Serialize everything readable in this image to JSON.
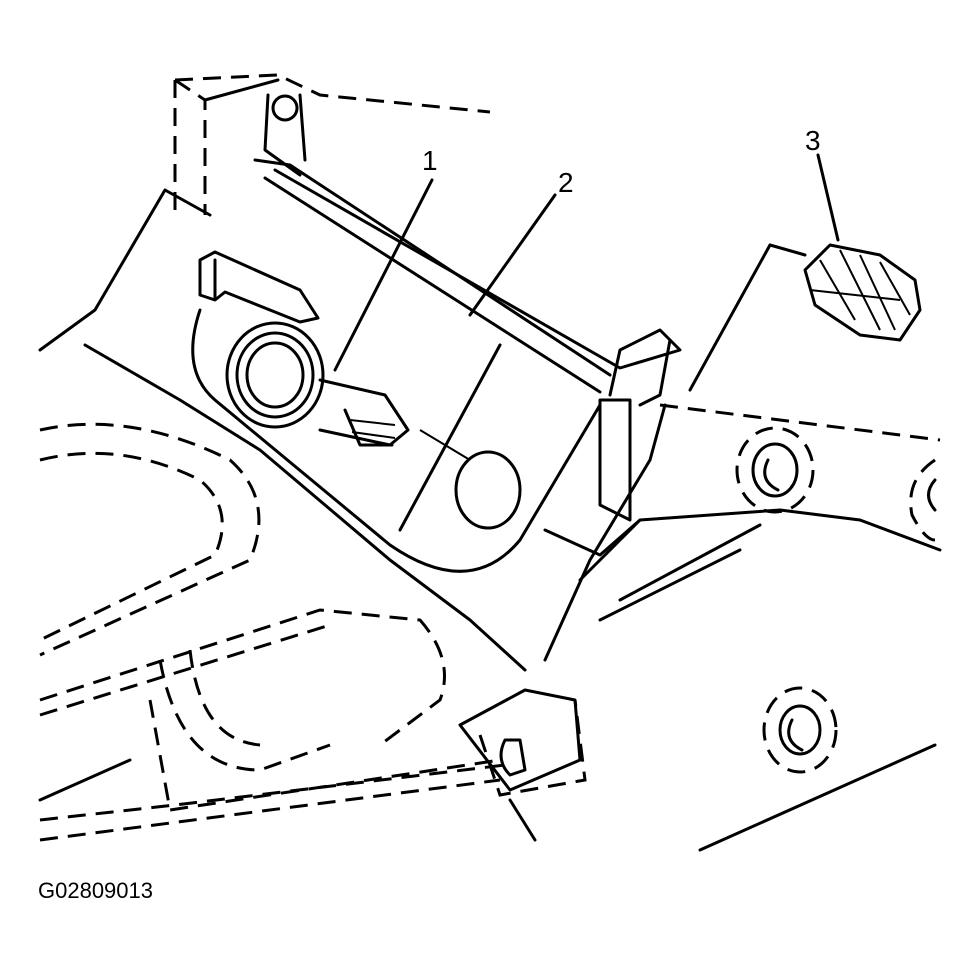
{
  "callouts": [
    {
      "label": "1"
    },
    {
      "label": "2"
    },
    {
      "label": "3"
    }
  ],
  "figure_id": "G02809013"
}
